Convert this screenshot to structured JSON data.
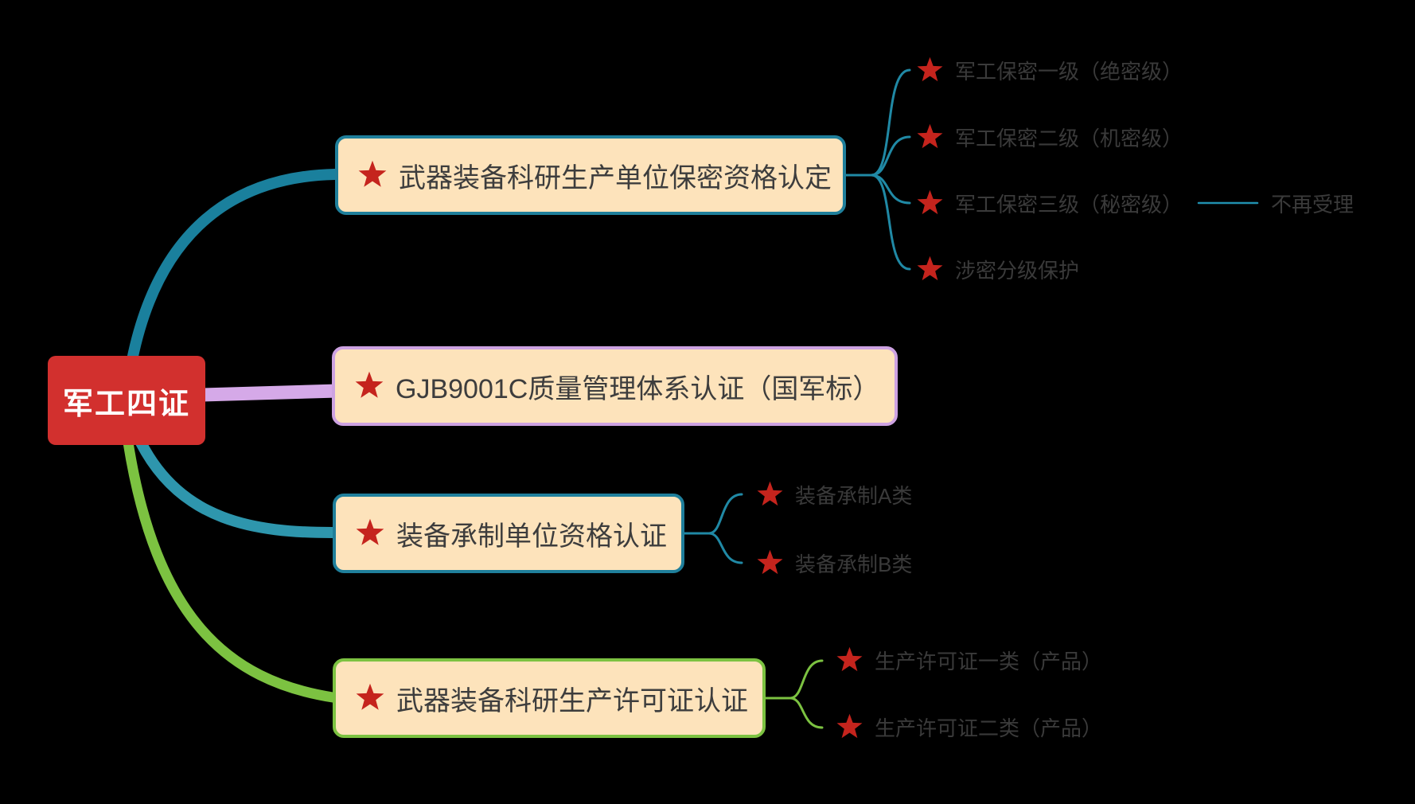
{
  "root": {
    "label": "军工四证"
  },
  "branches": [
    {
      "label": "武器装备科研生产单位保密资格认定",
      "children": [
        {
          "label": "军工保密一级（绝密级）"
        },
        {
          "label": "军工保密二级（机密级）"
        },
        {
          "label": "军工保密三级（秘密级）",
          "note": "不再受理"
        },
        {
          "label": "涉密分级保护"
        }
      ]
    },
    {
      "label": "GJB9001C质量管理体系认证（国军标）",
      "children": []
    },
    {
      "label": "装备承制单位资格认证",
      "children": [
        {
          "label": "装备承制A类"
        },
        {
          "label": "装备承制B类"
        }
      ]
    },
    {
      "label": "武器装备科研生产许可证认证",
      "children": [
        {
          "label": "生产许可证一类（产品）"
        },
        {
          "label": "生产许可证二类（产品）"
        }
      ]
    }
  ],
  "colors": {
    "background": "#000000",
    "root_fill": "#d2302e",
    "root_text": "#ffffff",
    "node_fill": "#fde3bb",
    "node_text": "#3d3d3d",
    "leaf_text": "#3a3a3a",
    "teal_border": "#1f7f9b",
    "teal_curve_top": "#1a809d",
    "teal_curve_mid": "#2e96ad",
    "thin_teal": "#2089a5",
    "note_line": "#2090ae",
    "purple_border": "#cda2e2",
    "purple_line": "#d5a9e8",
    "green": "#7cc241",
    "star_red": "#c5241d"
  }
}
